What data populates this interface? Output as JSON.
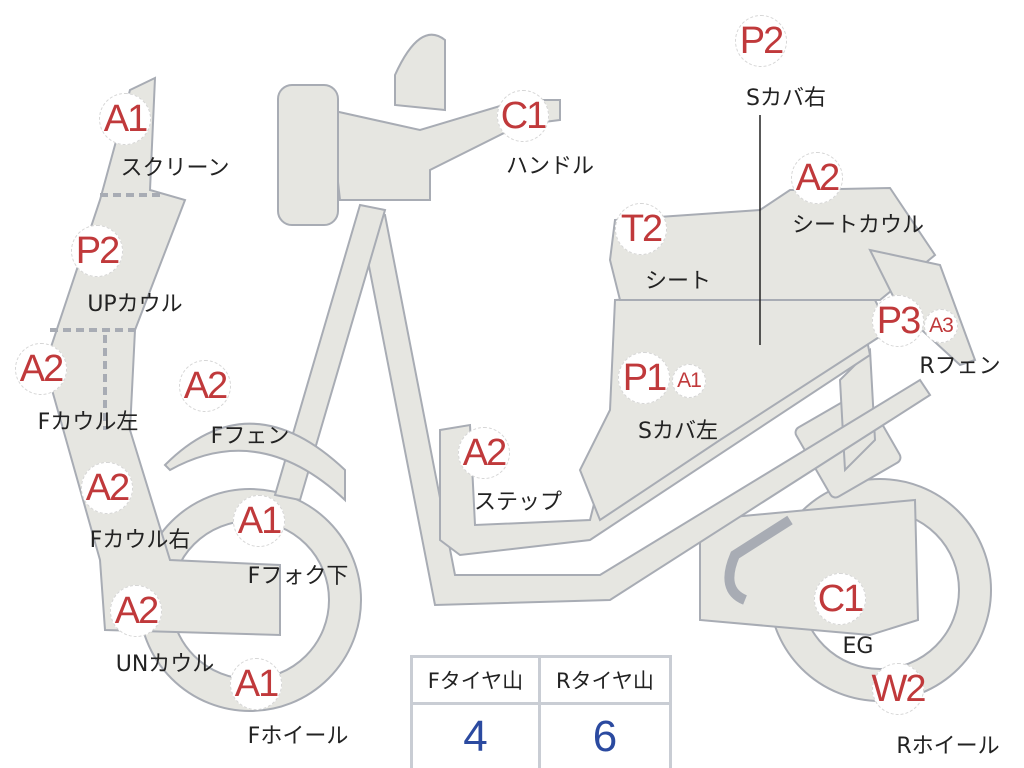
{
  "colors": {
    "grade": "#c0393b",
    "body": "#e6e6e1",
    "outline": "#a8acb4",
    "tyre_value": "#2b4aa0"
  },
  "parts": [
    {
      "grade": "A1",
      "label": "スクリーン"
    },
    {
      "grade": "P2",
      "label": "UPカウル"
    },
    {
      "grade": "A2",
      "label": "Fカウル左"
    },
    {
      "grade": "A2",
      "label": "Fカウル右"
    },
    {
      "grade": "A2",
      "label": "UNカウル"
    },
    {
      "grade": "A2",
      "label": "Fフェン"
    },
    {
      "grade": "A1",
      "label": "Fフォク下"
    },
    {
      "grade": "A1",
      "label": "Fホイール"
    },
    {
      "grade": "C1",
      "label": "ハンドル"
    },
    {
      "grade": "P2",
      "label": "Sカバ右"
    },
    {
      "grade": "A2",
      "label": "シートカウル"
    },
    {
      "grade": "T2",
      "label": "シート"
    },
    {
      "grade": "P1",
      "grade2": "A1",
      "label": "Sカバ左"
    },
    {
      "grade": "P3",
      "grade2": "A3",
      "label": "Rフェン"
    },
    {
      "grade": "A2",
      "label": "ステップ"
    },
    {
      "grade": "C1",
      "label": "EG"
    },
    {
      "grade": "W2",
      "label": "Rホイール"
    }
  ],
  "tyre_table": {
    "headers": [
      "Fタイヤ山",
      "Rタイヤ山"
    ],
    "values": [
      "4",
      "6"
    ]
  }
}
